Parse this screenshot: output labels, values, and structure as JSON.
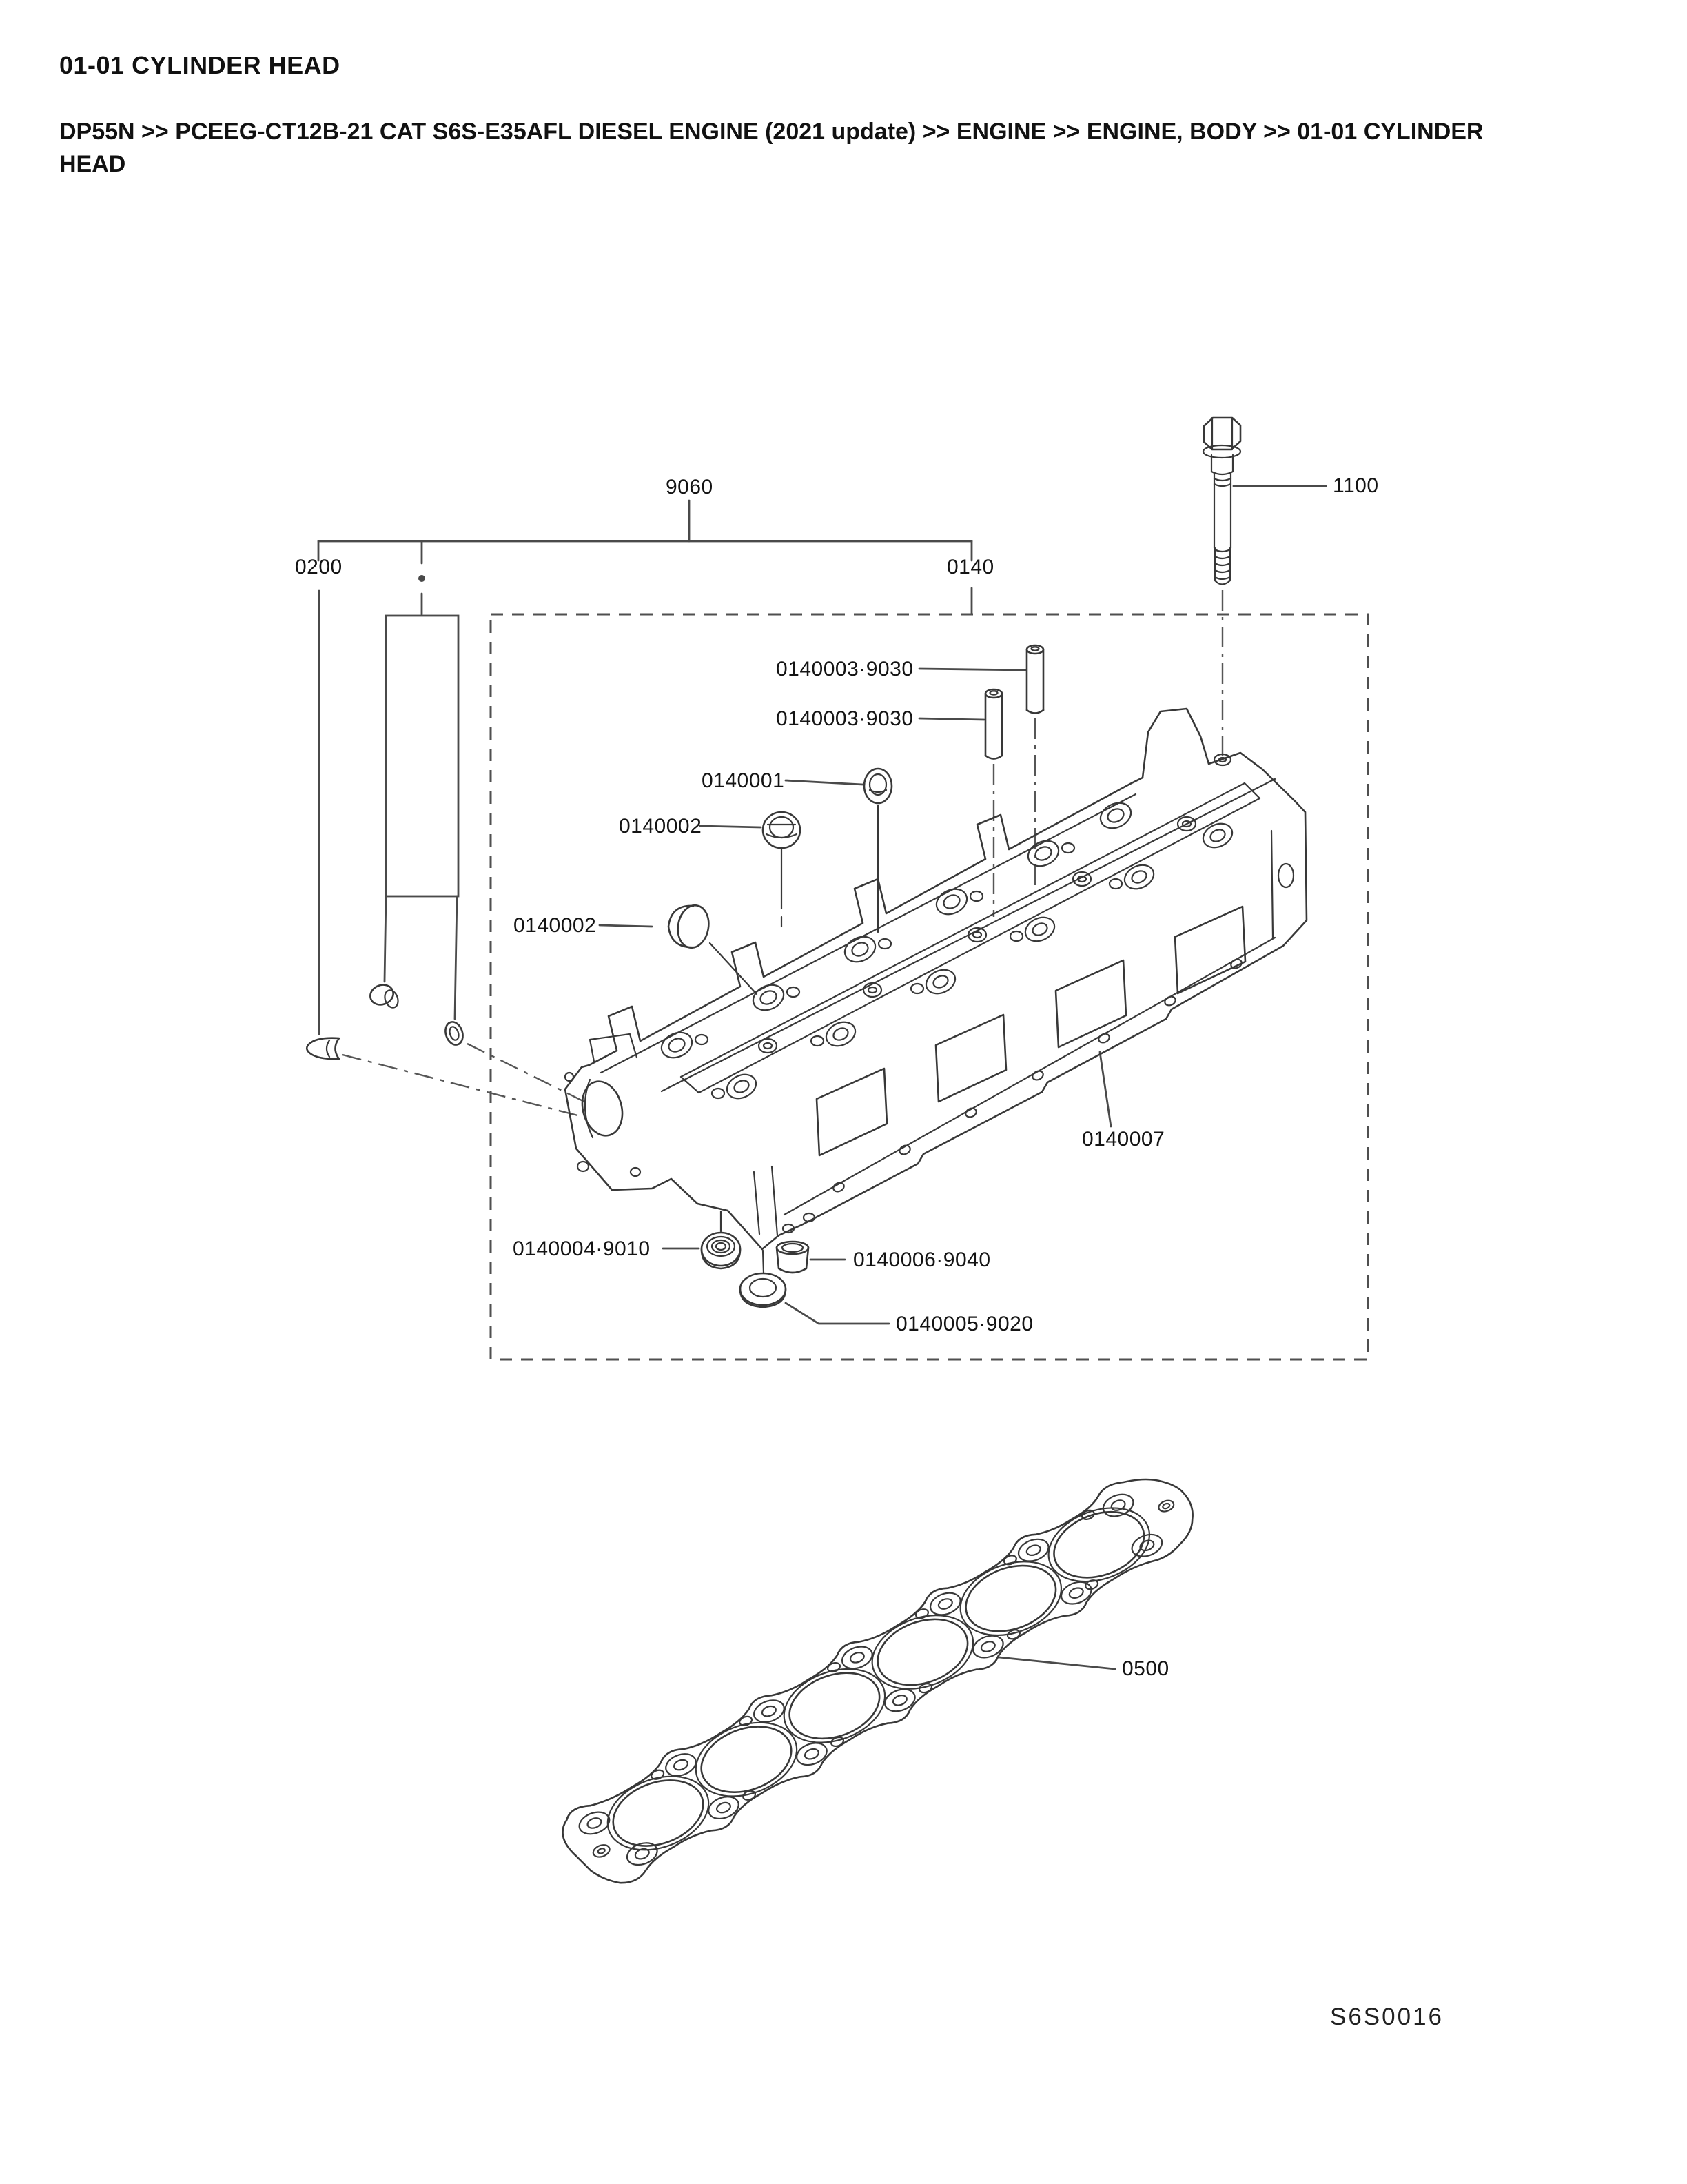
{
  "page": {
    "title": "01-01 CYLINDER HEAD",
    "figure_code": "S6S0016"
  },
  "breadcrumb": {
    "line1": "DP55N >> PCEEG-CT12B-21 CAT S6S-E35AFL DIESEL ENGINE (2021 update) >> ENGINE >> ENGINE, BODY >> 01-01 CYLINDER",
    "line2": "HEAD"
  },
  "callouts": {
    "group_9060": "9060",
    "plug_set_0200": "0200",
    "head_group_0140": "0140",
    "bolt_1100": "1100",
    "valve_guide_a": "0140003·9030",
    "valve_guide_b": "0140003·9030",
    "seal_0140001": "0140001",
    "seal_0140002_a": "0140002",
    "plug_0140002_b": "0140002",
    "cylinder_head_0140007": "0140007",
    "bushing_0140004": "0140004·9010",
    "cup_0140006": "0140006·9040",
    "ring_0140005": "0140005·9020",
    "gasket_0500": "0500"
  }
}
